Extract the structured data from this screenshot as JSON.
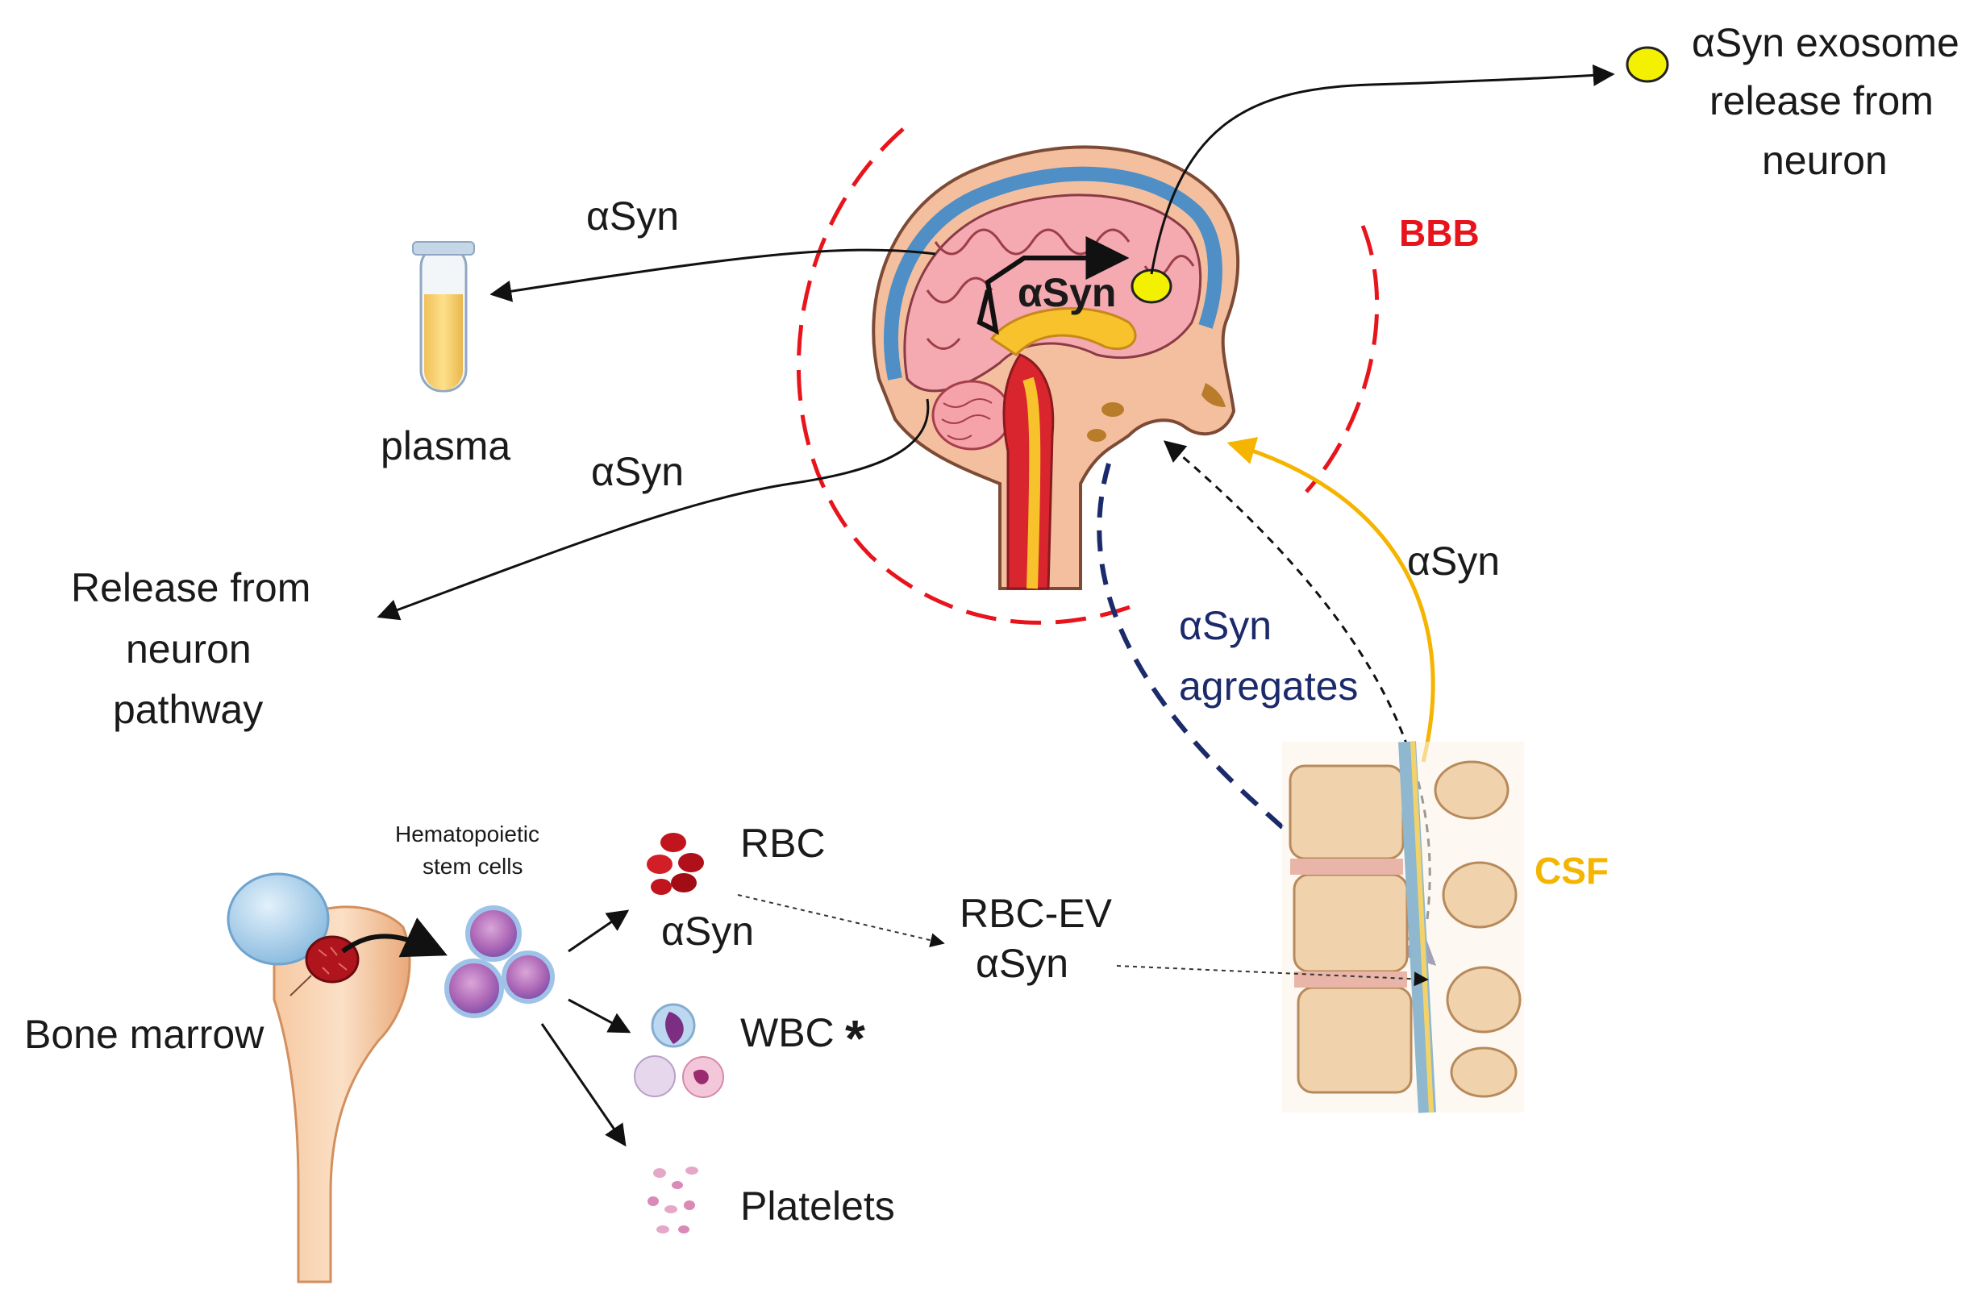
{
  "labels": {
    "exosome_line1": "αSyn exosome",
    "exosome_line2": "release from",
    "exosome_line3": "neuron",
    "bbb": "BBB",
    "asyn_to_plasma": "αSyn",
    "plasma": "plasma",
    "asyn_release": "αSyn",
    "release_line1": "Release from",
    "release_line2": "neuron",
    "release_line3": "pathway",
    "brain_asyn": "αSyn",
    "csf_asyn": "αSyn",
    "aggregates_line1": "αSyn",
    "aggregates_line2": "agregates",
    "csf": "CSF",
    "hsc_line1": "Hematopoietic",
    "hsc_line2": "stem cells",
    "rbc": "RBC",
    "rbc_asyn": "αSyn",
    "rbc_ev_line1": "RBC-EV",
    "rbc_ev_line2": "αSyn",
    "wbc": "WBC",
    "wbc_star": "*",
    "platelets": "Platelets",
    "bone_marrow": "Bone marrow"
  },
  "colors": {
    "bbb": "#e8141c",
    "csf": "#f5b400",
    "aggregates": "#1b2a6b",
    "exosome": "#f3f000"
  }
}
